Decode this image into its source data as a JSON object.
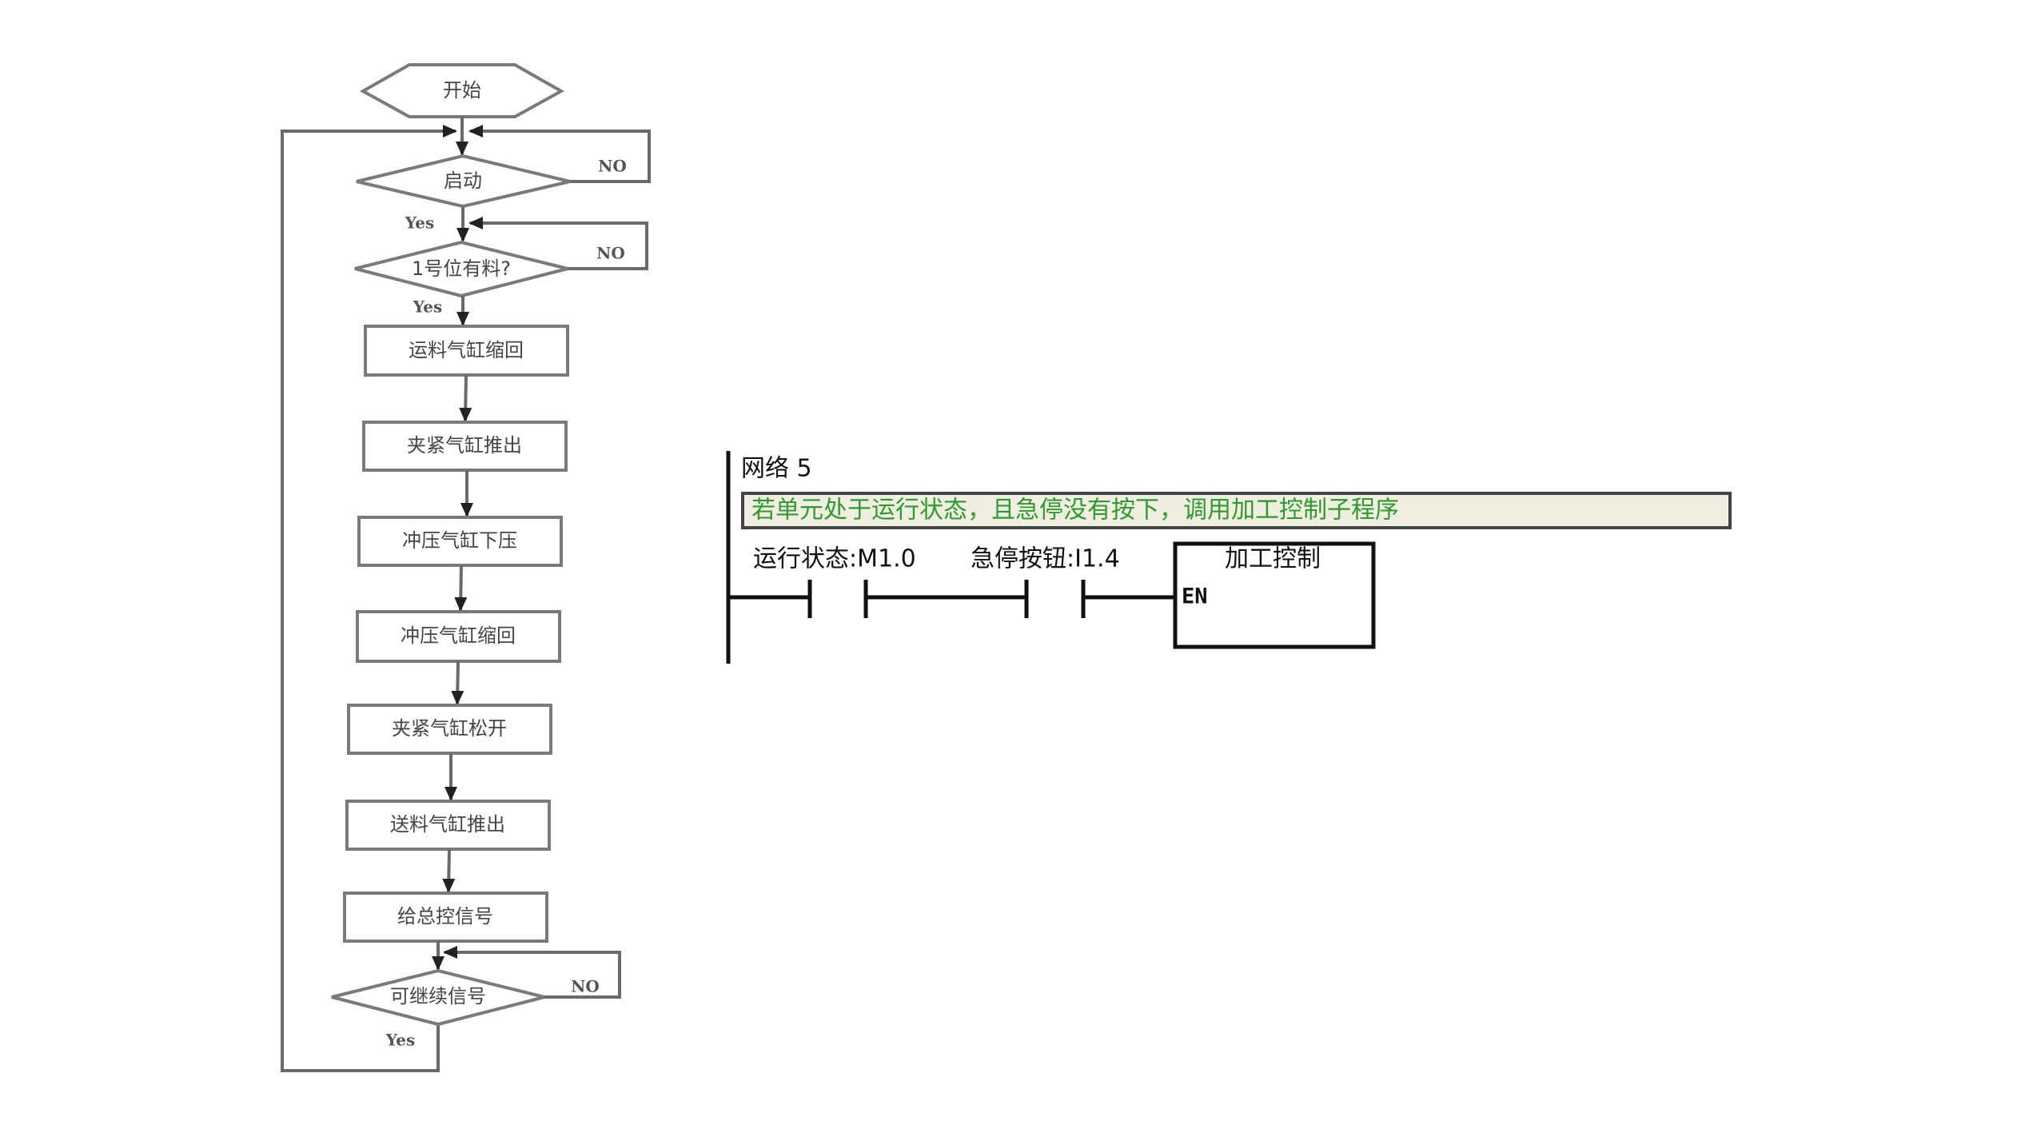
{
  "flowchart": {
    "start": "开始",
    "decision_start": "启动",
    "decision_material": "1号位有料?",
    "steps": [
      "运料气缸缩回",
      "夹紧气缸推出",
      "冲压气缸下压",
      "冲压气缸缩回",
      "夹紧气缸松开",
      "送料气缸推出",
      "给总控信号"
    ],
    "decision_continue": "可继续信号",
    "yes_label": "Yes",
    "no_label": "NO"
  },
  "ladder": {
    "network_title": "网络 5",
    "comment": "若单元处于运行状态，且急停没有按下，调用加工控制子程序",
    "contact1_label": "运行状态:M1.0",
    "contact2_label": "急停按钮:I1.4",
    "block_title": "加工控制",
    "block_input": "EN",
    "comment_bg": "#efeee0",
    "comment_text_color": "#2f9a2f"
  }
}
